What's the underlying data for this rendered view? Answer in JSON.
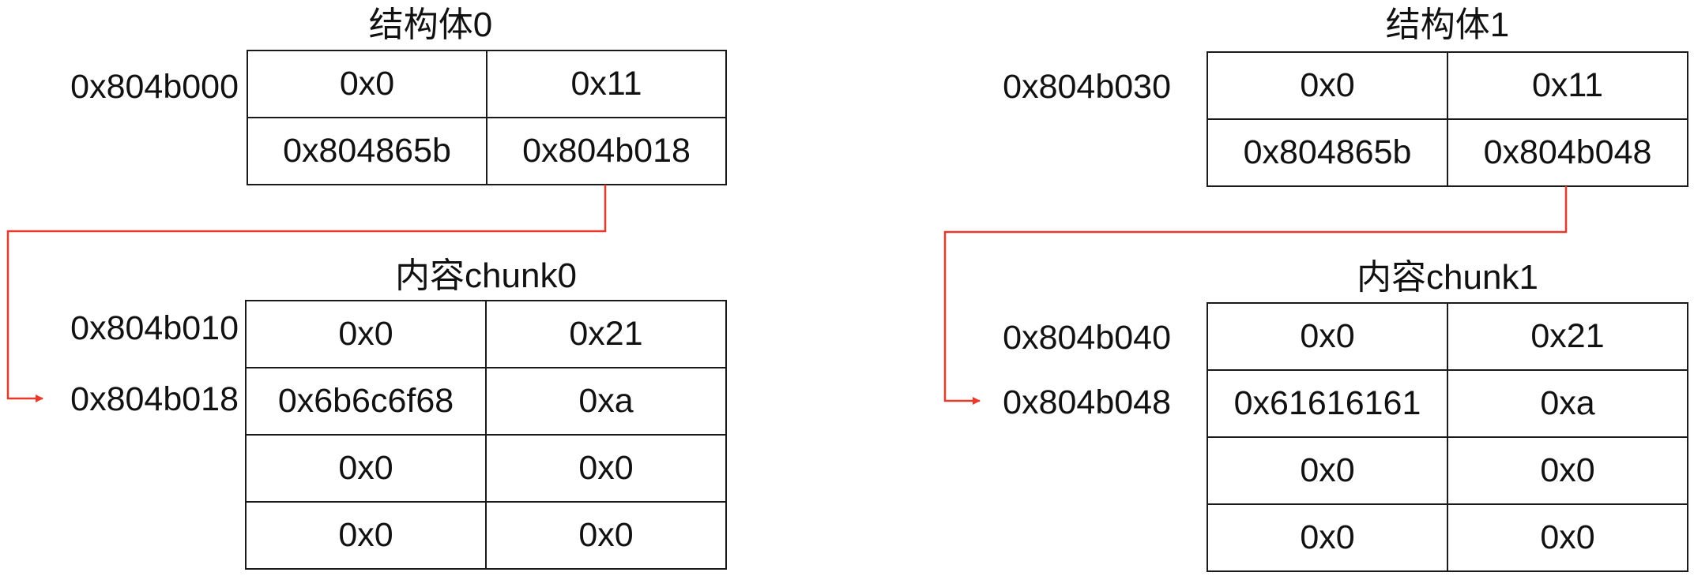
{
  "struct0": {
    "title": "结构体0",
    "address": "0x804b000",
    "rows": [
      [
        "0x0",
        "0x11"
      ],
      [
        "0x804865b",
        "0x804b018"
      ]
    ]
  },
  "chunk0": {
    "title": "内容chunk0",
    "addresses": [
      "0x804b010",
      "0x804b018"
    ],
    "rows": [
      [
        "0x0",
        "0x21"
      ],
      [
        "0x6b6c6f68",
        "0xa"
      ],
      [
        "0x0",
        "0x0"
      ],
      [
        "0x0",
        "0x0"
      ]
    ]
  },
  "struct1": {
    "title": "结构体1",
    "address": "0x804b030",
    "rows": [
      [
        "0x0",
        "0x11"
      ],
      [
        "0x804865b",
        "0x804b048"
      ]
    ]
  },
  "chunk1": {
    "title": "内容chunk1",
    "addresses": [
      "0x804b040",
      "0x804b048"
    ],
    "rows": [
      [
        "0x0",
        "0x21"
      ],
      [
        "0x61616161",
        "0xa"
      ],
      [
        "0x0",
        "0x0"
      ],
      [
        "0x0",
        "0x0"
      ]
    ]
  },
  "colors": {
    "arrow": "#e8392b",
    "border": "#1a1a1a"
  }
}
